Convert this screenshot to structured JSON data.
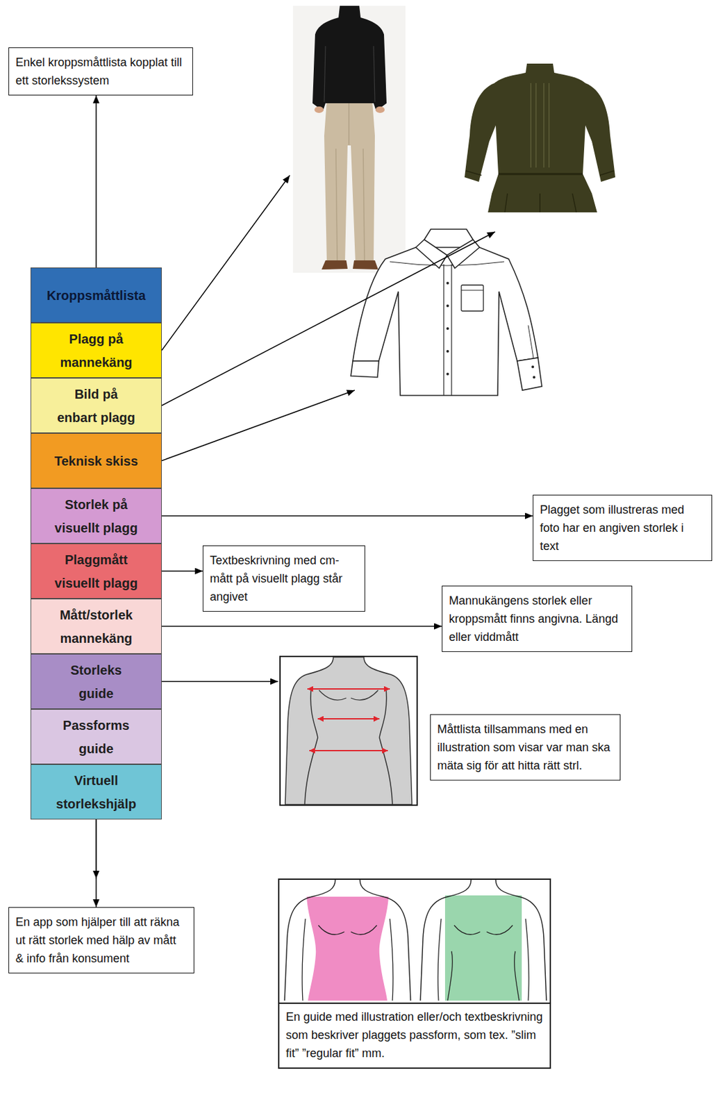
{
  "diagram": {
    "nodes": [
      {
        "text": [
          "Enkel kroppsmåttlista kopplat till ett storlekssystem"
        ]
      },
      {
        "text": [
          "Kroppsmåttlista"
        ]
      },
      {
        "text": [
          "Plagg på mannekäng"
        ]
      },
      {
        "text": [
          "Bild på enbart plagg"
        ]
      },
      {
        "text": [
          "Teknisk skiss"
        ]
      },
      {
        "text": [
          "Storlek på visuellt plagg"
        ]
      },
      {
        "text": [
          "Plaggmått visuellt plagg"
        ]
      },
      {
        "text": [
          "Mått/storlek mannekäng"
        ]
      },
      {
        "text": [
          "Storleks guide"
        ]
      },
      {
        "text": [
          "Passforms guide"
        ]
      },
      {
        "text": [
          "Virtuell storlekshjälp"
        ]
      },
      {
        "text": [
          "Plagget som illustreras med foto har en angiven storlek i text"
        ]
      },
      {
        "text": [
          "Textbeskrivning med cm-mått på visuellt plagg står angivet"
        ]
      },
      {
        "text": [
          "Mannukängens storlek eller kroppsmått finns angivna. Längd eller viddmått"
        ]
      },
      {
        "text": [
          "Måttlista tillsammans med en illustration som visar var man ska mäta sig för att hitta rätt strl."
        ]
      },
      {
        "text": [
          "En app som hjälper till att räkna ut rätt storlek med hälp av mått & info från konsument"
        ]
      },
      {
        "text": [
          "En guide med illustration eller/och textbeskrivning som beskriver plaggets passform, som tex. ”slim fit” ”regular fit” mm."
        ]
      }
    ],
    "edges": [
      {
        "from": 1,
        "to": 0,
        "arrow": "to"
      },
      {
        "from": 5,
        "to": 11,
        "arrow": "to"
      },
      {
        "from": 6,
        "to": 12,
        "arrow": "to"
      },
      {
        "from": 7,
        "to": 13,
        "arrow": "to"
      },
      {
        "from": 9,
        "to": 16,
        "arrow": "to"
      },
      {
        "from": 10,
        "to": 15,
        "arrow": "to"
      }
    ]
  }
}
